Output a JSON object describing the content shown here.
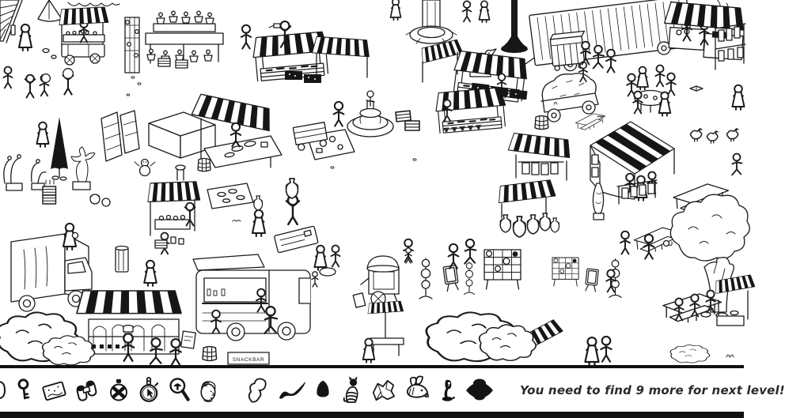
{
  "hud": {
    "message": "You need to find 9 more for next level!",
    "found_icons": [
      {
        "name": "clipped-item"
      },
      {
        "name": "key"
      },
      {
        "name": "postcard"
      },
      {
        "name": "binoculars"
      },
      {
        "name": "canteen"
      },
      {
        "name": "stopwatch"
      },
      {
        "name": "magnifying-glass"
      },
      {
        "name": "statue-head"
      }
    ],
    "target_icons": [
      {
        "name": "horn"
      },
      {
        "name": "mustache"
      },
      {
        "name": "egg"
      },
      {
        "name": "cat"
      },
      {
        "name": "crumpled-map"
      },
      {
        "name": "fish"
      },
      {
        "name": "cobra"
      },
      {
        "name": "ufo"
      }
    ],
    "colors": {
      "ink": "#1b1b1b",
      "paper": "#ffffff"
    }
  },
  "scene": {
    "signs": {
      "snackbar": "SNACKBAR"
    }
  }
}
